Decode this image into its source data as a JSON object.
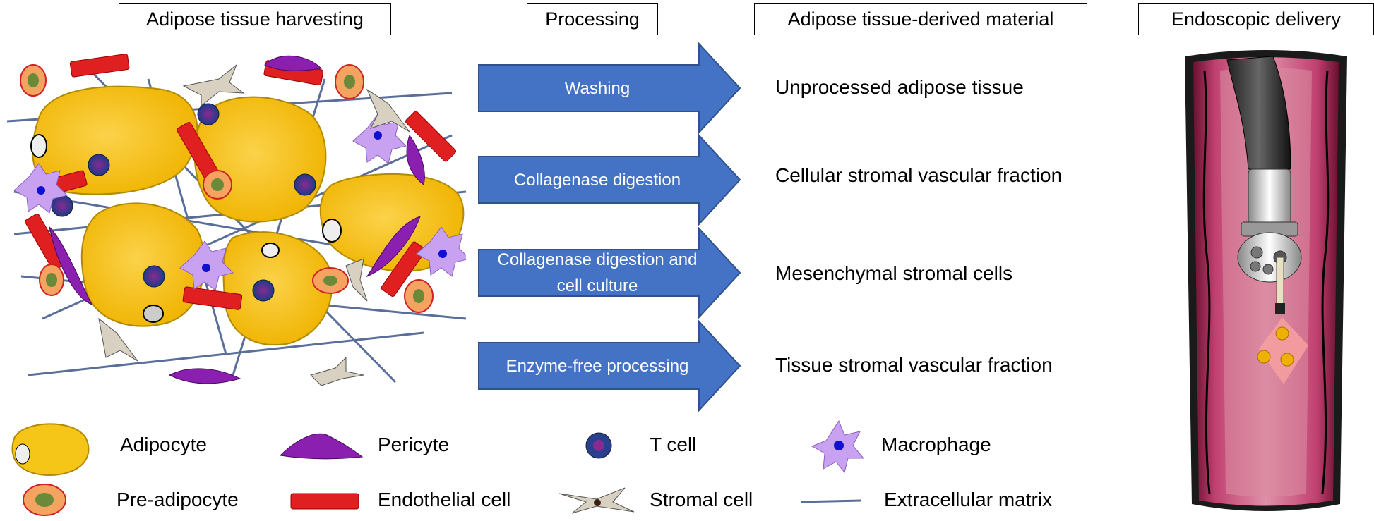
{
  "headers": {
    "harvesting": "Adipose tissue harvesting",
    "processing": "Processing",
    "material": "Adipose tissue-derived material",
    "delivery": "Endoscopic delivery"
  },
  "processing_steps": [
    {
      "label": "Washing",
      "material": "Unprocessed adipose tissue"
    },
    {
      "label": "Collagenase digestion",
      "material": "Cellular stromal vascular fraction"
    },
    {
      "label": "Collagenase digestion and cell culture",
      "material": "Mesenchymal stromal cells"
    },
    {
      "label": "Enzyme-free processing",
      "material": "Tissue stromal vascular fraction"
    }
  ],
  "legend": [
    {
      "label": "Adipocyte",
      "icon": "adipocyte-icon"
    },
    {
      "label": "Pericyte",
      "icon": "pericyte-icon"
    },
    {
      "label": "T cell",
      "icon": "t-cell-icon"
    },
    {
      "label": "Macrophage",
      "icon": "macrophage-icon"
    },
    {
      "label": "Pre-adipocyte",
      "icon": "pre-adipocyte-icon"
    },
    {
      "label": "Endothelial cell",
      "icon": "endothelial-cell-icon"
    },
    {
      "label": "Stromal cell",
      "icon": "stromal-cell-icon"
    },
    {
      "label": "Extracellular matrix",
      "icon": "extracellular-matrix-icon"
    }
  ],
  "colors": {
    "arrow": "#4472c4",
    "adipocyte": "#f5c518",
    "endothelial": "#e02020",
    "pericyte": "#8a1fb0",
    "t_cell": "#2b3f8f",
    "macrophage": "#c8a2f0",
    "stromal": "#d8d0c0",
    "pre_adipocyte": "#f4a460",
    "ecm": "#5a6e9a",
    "vessel_wall": "#8b2040"
  }
}
